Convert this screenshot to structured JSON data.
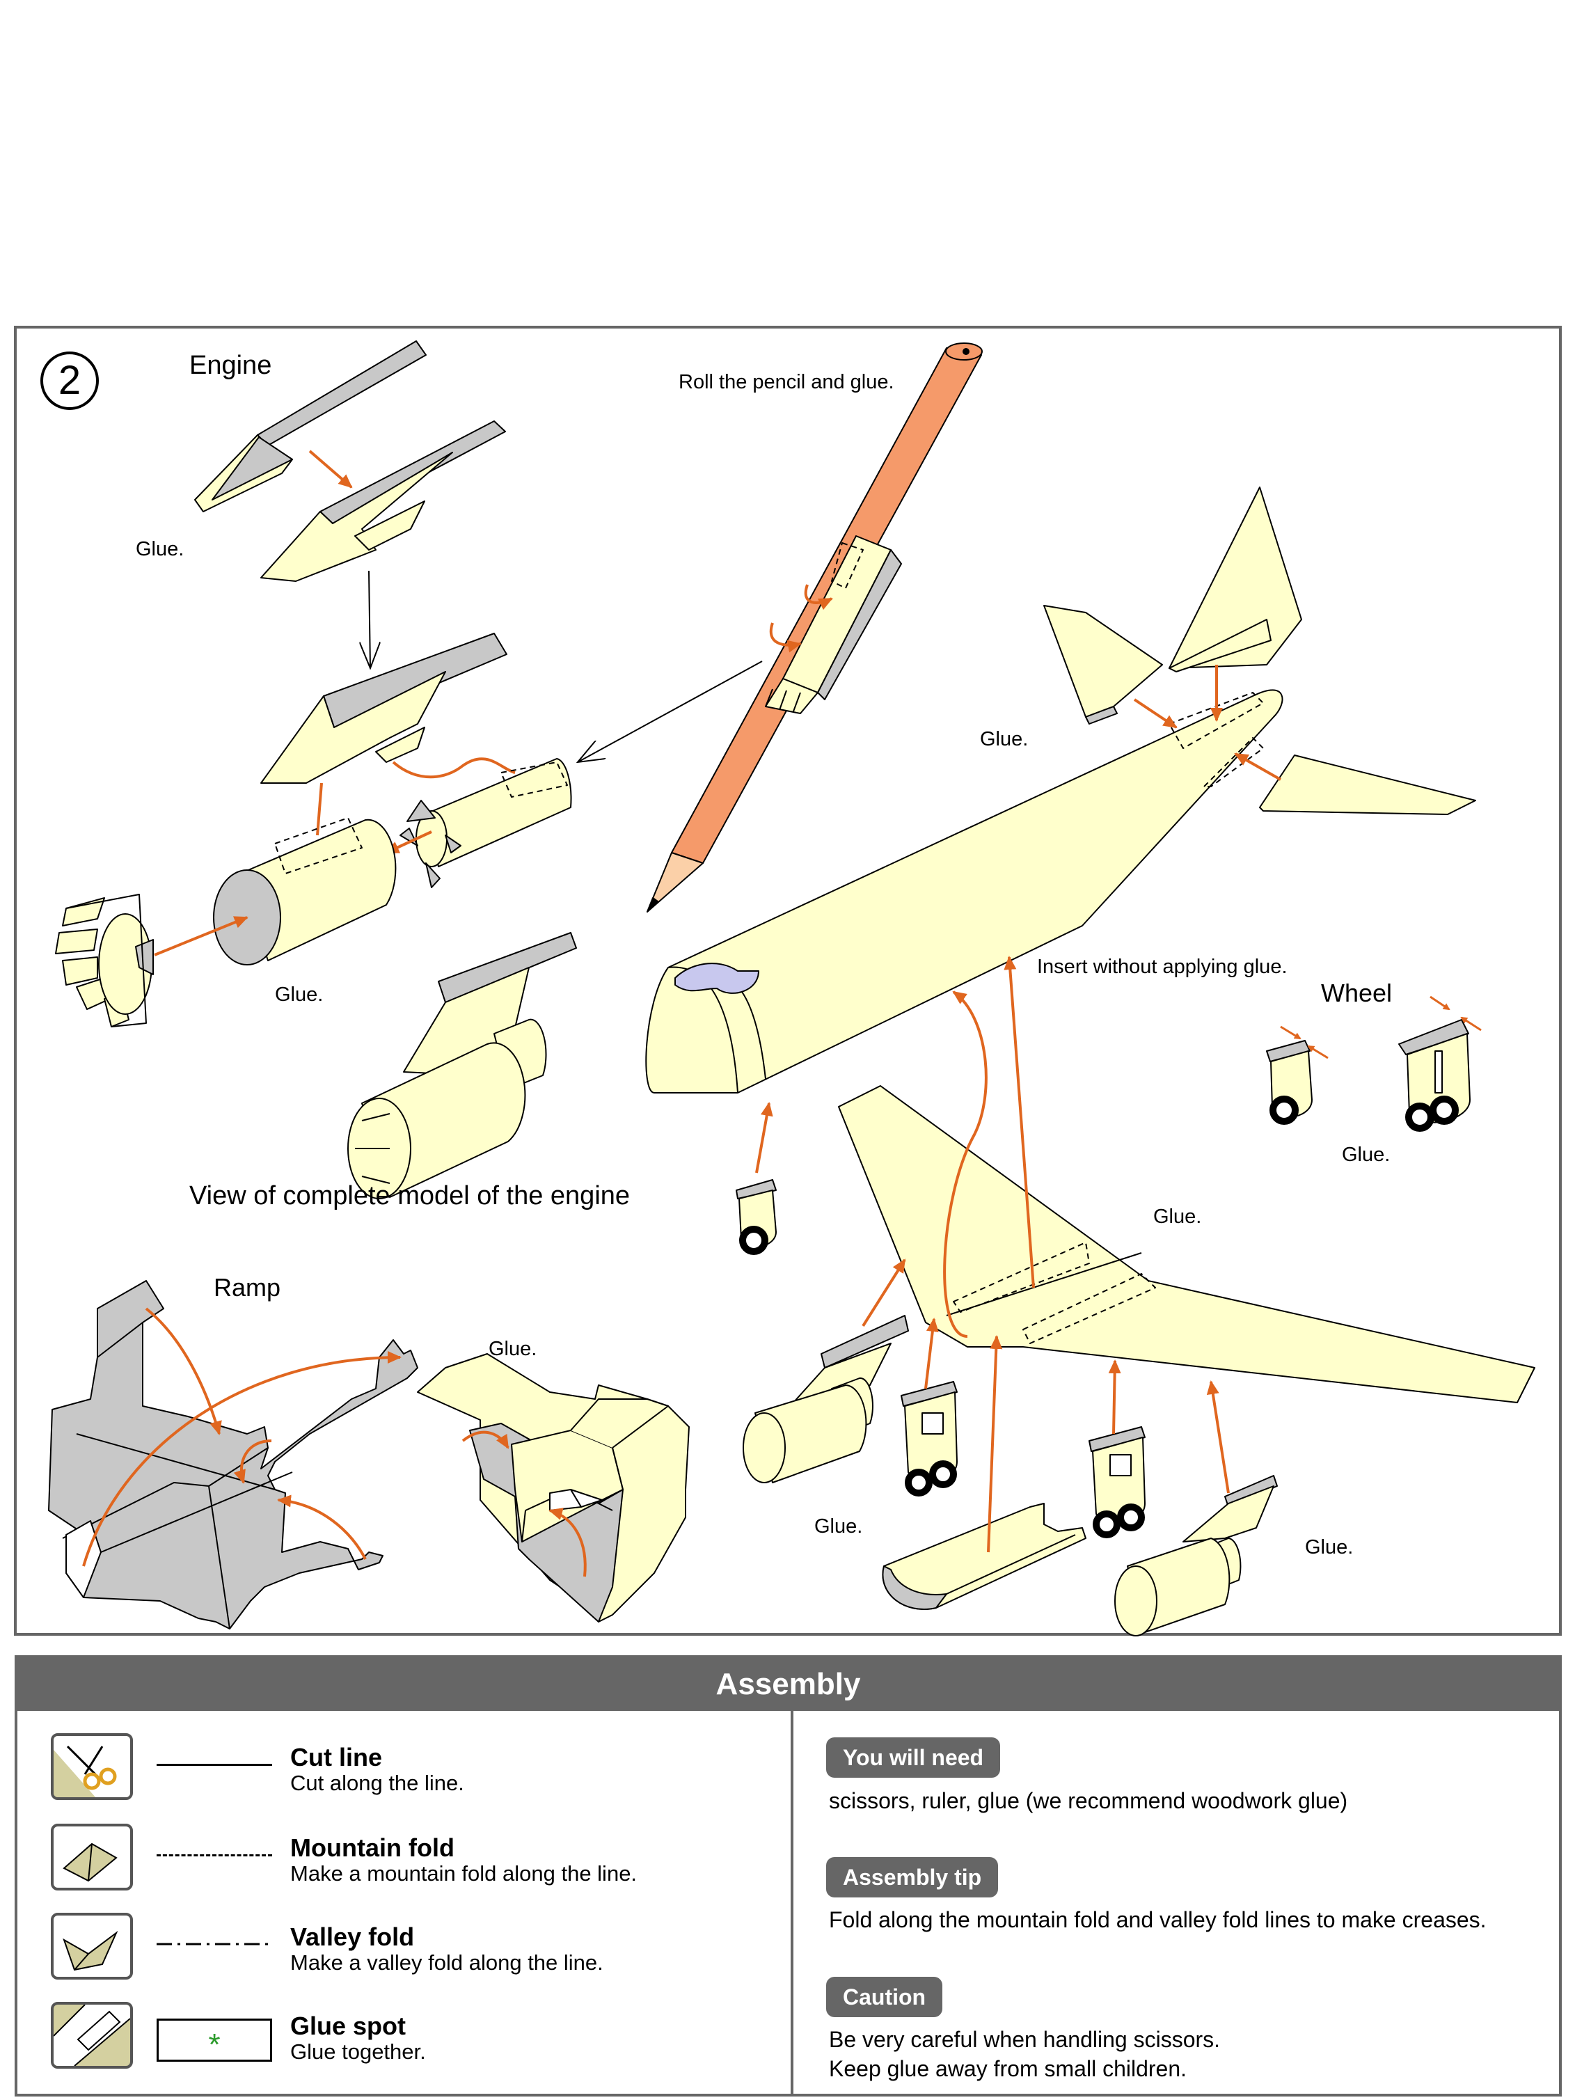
{
  "step": {
    "number": "2"
  },
  "labels": {
    "engine": "Engine",
    "roll_pencil": "Roll the pencil and glue.",
    "glue": "Glue.",
    "view_engine": "View of complete model of the engine",
    "insert": "Insert without applying glue.",
    "wheel": "Wheel",
    "ramp": "Ramp"
  },
  "colors": {
    "paper": "#ffffcc",
    "gray_part": "#c8c8c8",
    "arrow": "#e0661f",
    "pencil": "#f59a6a",
    "frame": "#666666"
  },
  "legend": {
    "title": "Assembly",
    "items": [
      {
        "icon": "scissors-icon",
        "title": "Cut line",
        "desc": "Cut along the line."
      },
      {
        "icon": "mountain-fold-icon",
        "title": "Mountain fold",
        "desc": "Make a mountain fold along the line."
      },
      {
        "icon": "valley-fold-icon",
        "title": "Valley fold",
        "desc": "Make a valley fold along the line."
      },
      {
        "icon": "glue-spot-icon",
        "title": "Glue spot",
        "desc": "Glue together.",
        "symbol": "*"
      }
    ],
    "notes": [
      {
        "heading": "You will need",
        "text": "scissors, ruler, glue (we recommend woodwork glue)"
      },
      {
        "heading": "Assembly tip",
        "text": "Fold along the mountain fold and valley fold lines to make creases."
      },
      {
        "heading": "Caution",
        "text": "Be very careful when handling scissors.",
        "text2": "Keep glue away from small children."
      }
    ]
  }
}
